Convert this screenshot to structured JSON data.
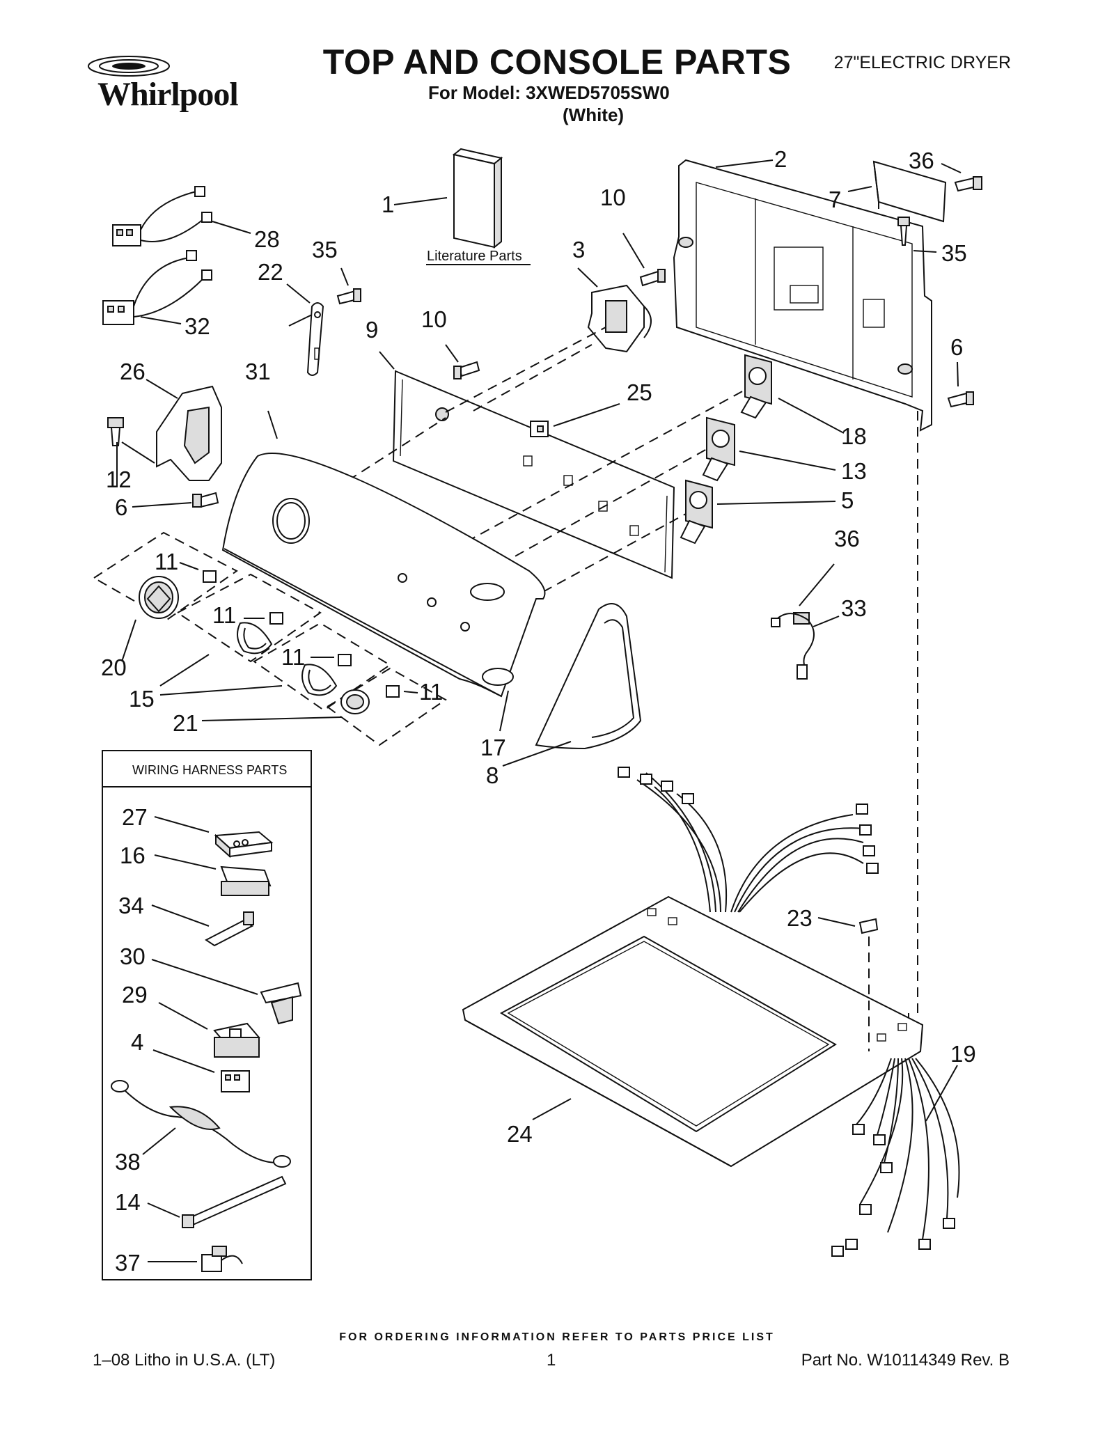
{
  "header": {
    "brand": "Whirlpool",
    "title": "TOP AND CONSOLE PARTS",
    "model_line": "For Model: 3XWED5705SW0",
    "color_line": "(White)",
    "product_type": "27\"ELECTRIC DRYER"
  },
  "literature_label": "Literature Parts",
  "wiring_box_title": "WIRING HARNESS PARTS",
  "callouts": {
    "c1": "1",
    "c2": "2",
    "c3": "3",
    "c4": "4",
    "c5": "5",
    "c6a": "6",
    "c6b": "6",
    "c7": "7",
    "c8": "8",
    "c9": "9",
    "c10a": "10",
    "c10b": "10",
    "c11a": "11",
    "c11b": "11",
    "c11c": "11",
    "c11d": "11",
    "c12": "12",
    "c13": "13",
    "c14": "14",
    "c15": "15",
    "c16": "16",
    "c17": "17",
    "c18": "18",
    "c19": "19",
    "c20": "20",
    "c21": "21",
    "c22": "22",
    "c23": "23",
    "c24": "24",
    "c25": "25",
    "c26": "26",
    "c27": "27",
    "c28": "28",
    "c29": "29",
    "c30": "30",
    "c31": "31",
    "c32": "32",
    "c33": "33",
    "c34": "34",
    "c35a": "35",
    "c35b": "35",
    "c36a": "36",
    "c36b": "36",
    "c37": "37",
    "c38": "38"
  },
  "footer": {
    "note": "FOR ORDERING INFORMATION REFER TO PARTS PRICE LIST",
    "litho": "1–08 Litho in U.S.A. (LT)",
    "page": "1",
    "part_no": "Part No. W10114349 Rev. B"
  }
}
